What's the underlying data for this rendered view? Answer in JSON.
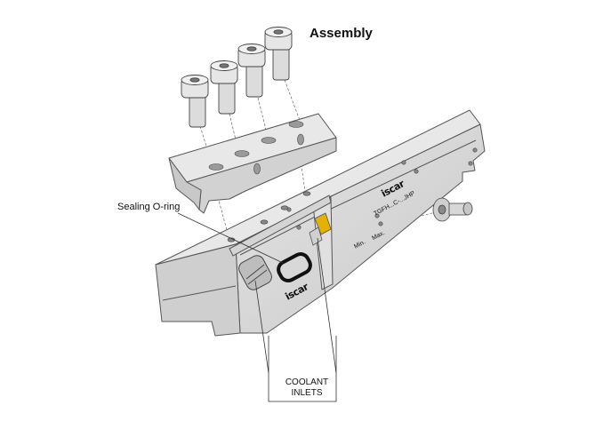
{
  "title": "Assembly",
  "labels": {
    "sealing_oring": "Sealing O-ring",
    "coolant_line1": "COOLANT",
    "coolant_line2": "INLETS"
  },
  "markings": {
    "brand": "iscar",
    "model_code": "TGFH...C-...JHP",
    "min": "Min.",
    "max": "Max."
  },
  "colors": {
    "metal": "#d6d6d6",
    "outline": "#555555",
    "insert": "#e3b100",
    "oring": "#111111"
  }
}
